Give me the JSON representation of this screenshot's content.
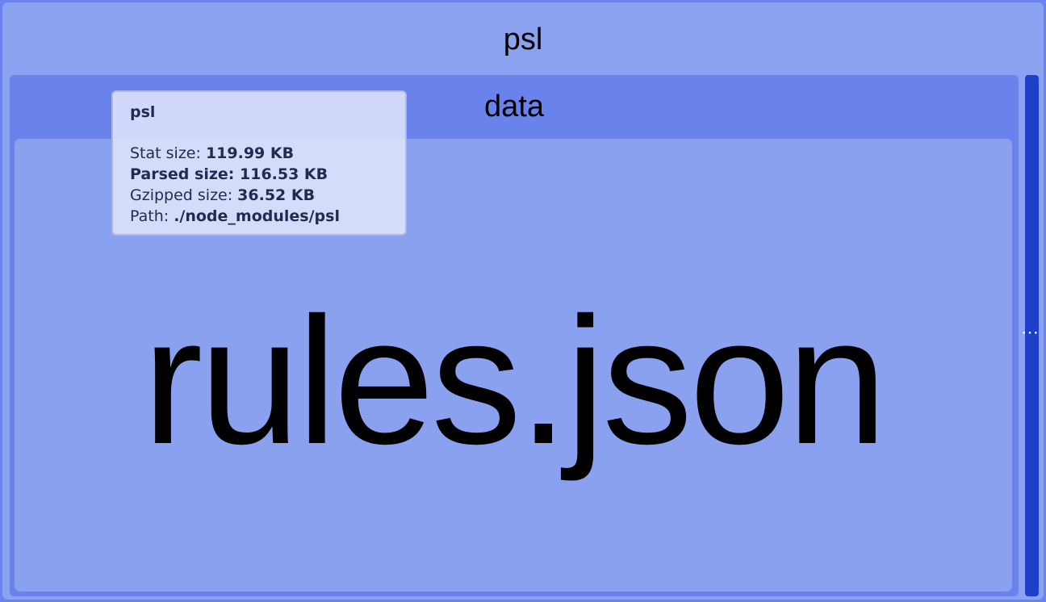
{
  "treemap": {
    "root": {
      "label": "psl"
    },
    "data_group": {
      "label": "data"
    },
    "main_file": {
      "label": "rules.json"
    },
    "overflow_indicator": "⋯"
  },
  "tooltip": {
    "title": "psl",
    "stat_size_label": "Stat size: ",
    "stat_size_value": "119.99 KB",
    "parsed_size_label": "Parsed size: ",
    "parsed_size_value": "116.53 KB",
    "gzipped_size_label": "Gzipped size: ",
    "gzipped_size_value": "36.52 KB",
    "path_label": "Path: ",
    "path_value": "./node_modules/psl"
  },
  "colors": {
    "outer": "#8ba2f0",
    "data": "#6a83ec",
    "rules": "#8aa1f0",
    "small_module": "#1e3fca"
  }
}
